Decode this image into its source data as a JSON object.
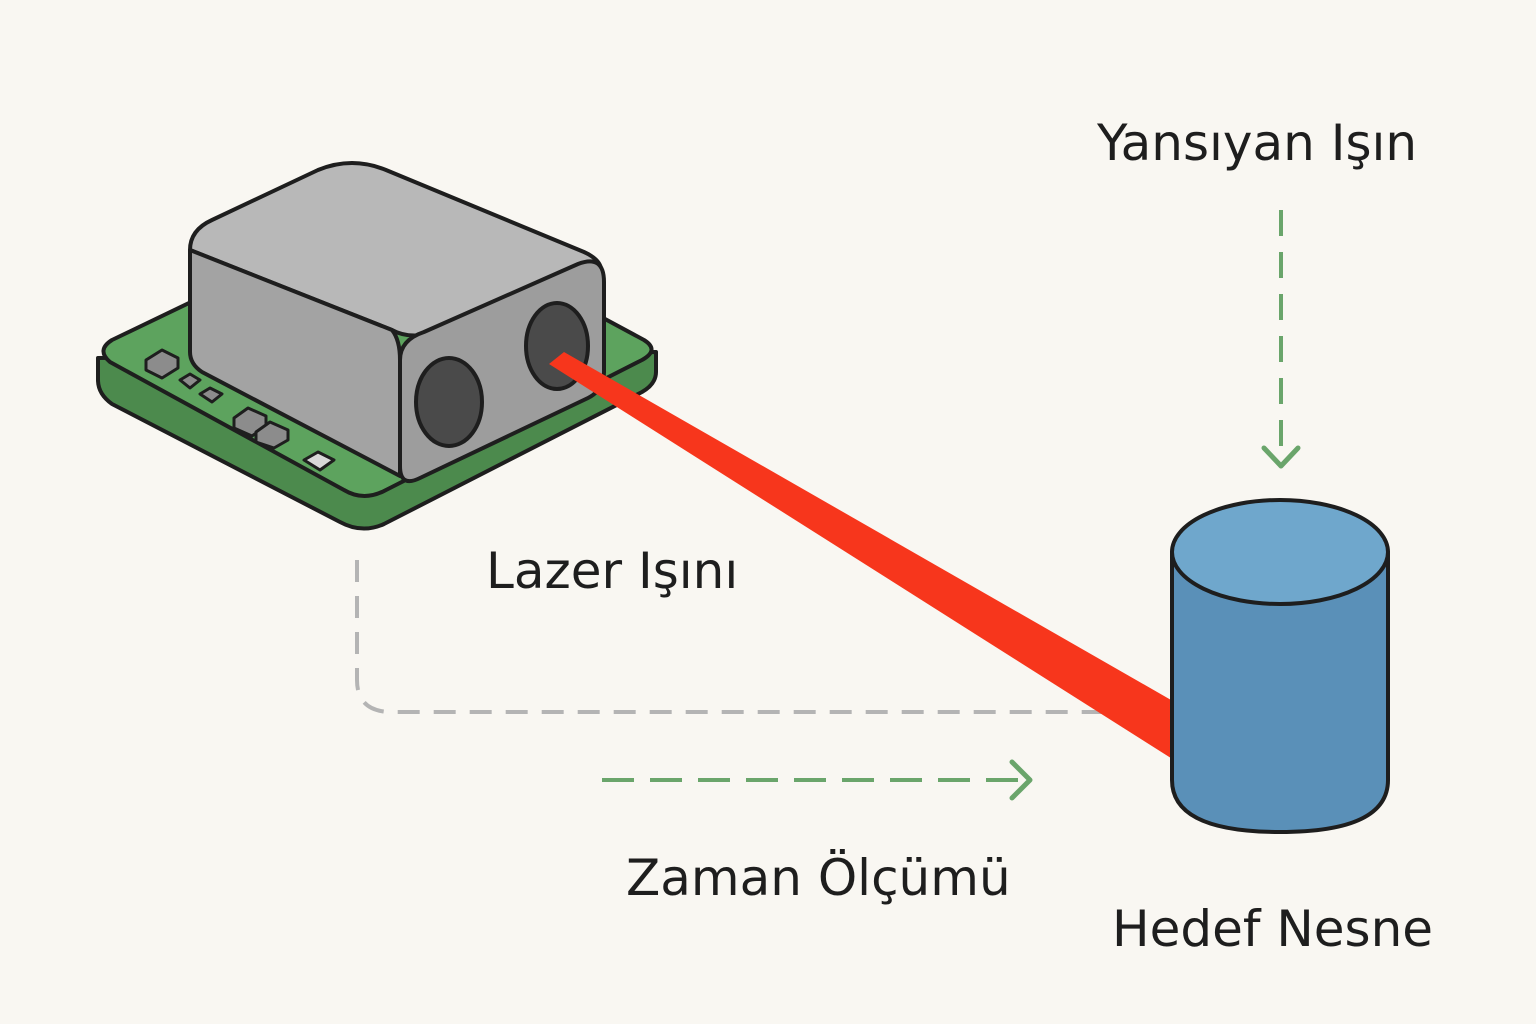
{
  "labels": {
    "reflected_beam": "Yansıyan Işın",
    "laser_beam": "Lazer Işını",
    "time_measurement": "Zaman Ölçümü",
    "target_object": "Hedef Nesne"
  },
  "colors": {
    "background": "#f9f7f2",
    "outline": "#1e1e1e",
    "pcb_green": "#5da35e",
    "sensor_housing": "#a6a6a6",
    "sensor_housing_top": "#b8b8b8",
    "lens": "#4a4a4a",
    "laser": "#f7361c",
    "target_body": "#5a90b8",
    "target_top": "#6fa7cc",
    "green_arrow": "#6aa56b",
    "gray_dash": "#b4b4b4"
  }
}
